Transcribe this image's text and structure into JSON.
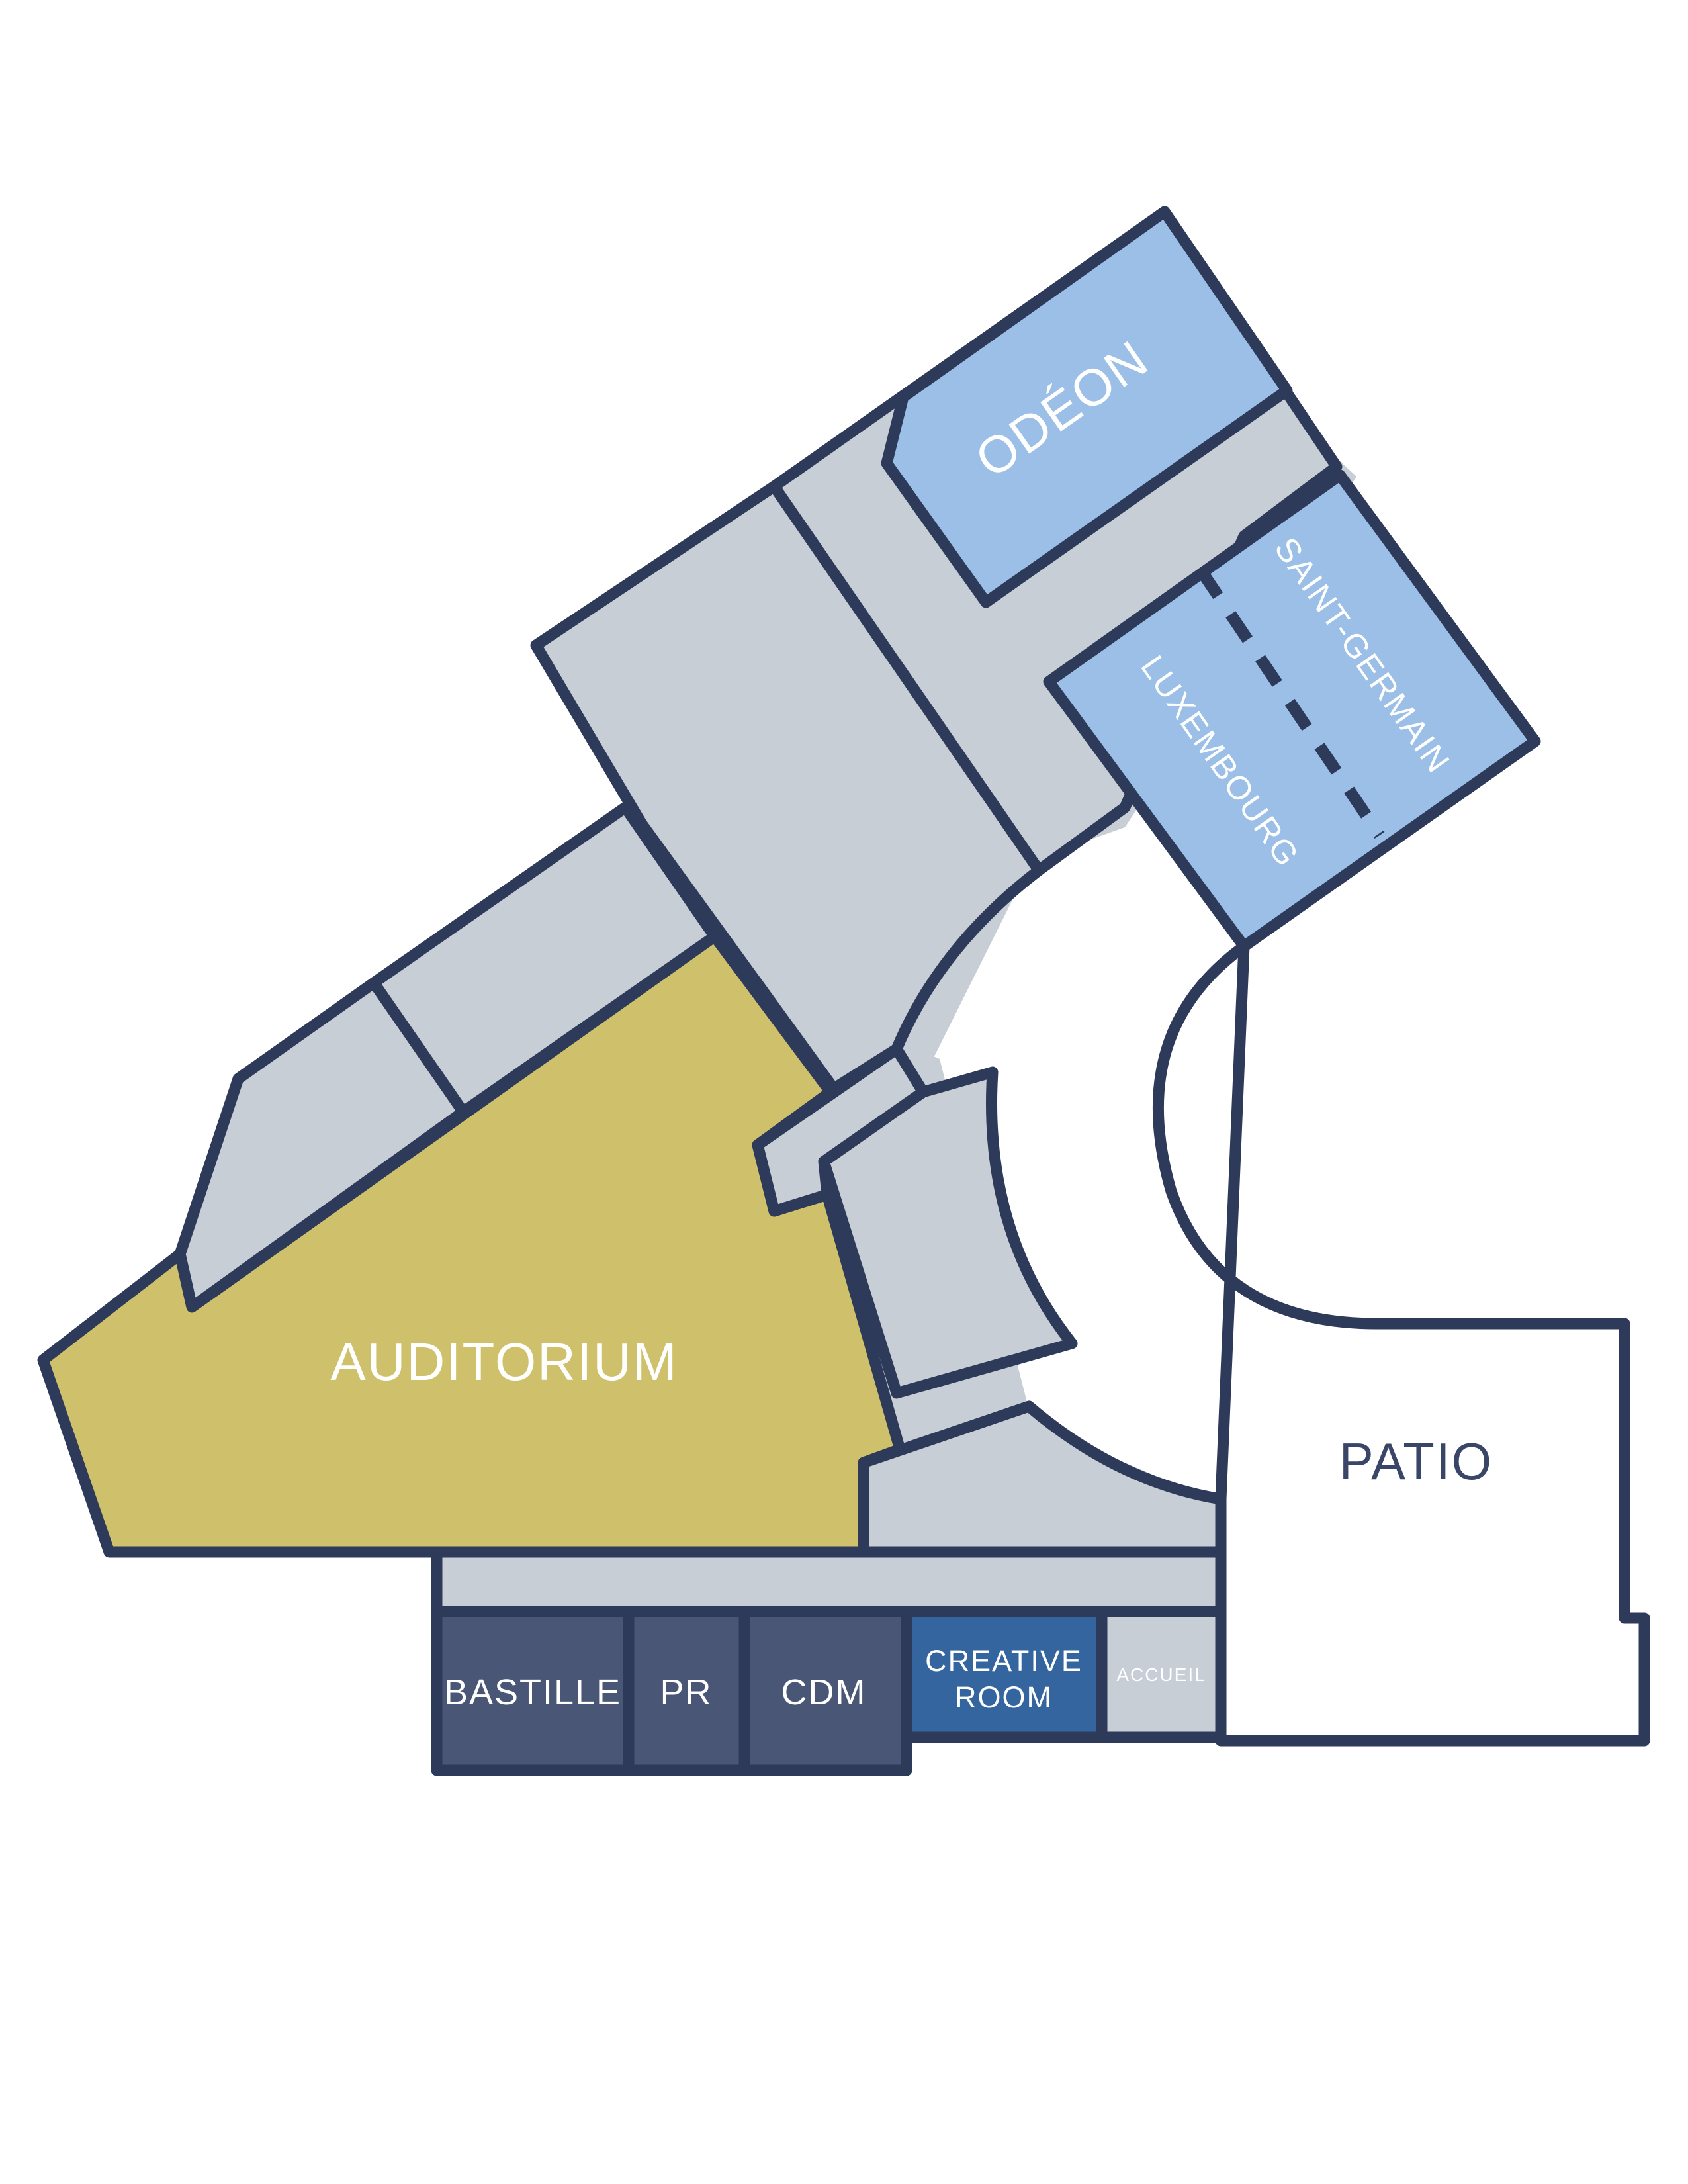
{
  "floor_plan": {
    "rooms": {
      "odeon": {
        "label": "ODÉON"
      },
      "saint_germain": {
        "label": "SAINT-GERMAIN"
      },
      "luxembourg": {
        "label": "LUXEMBOURG"
      },
      "auditorium": {
        "label": "AUDITORIUM"
      },
      "patio": {
        "label": "PATIO"
      },
      "bastille": {
        "label": "BASTILLE"
      },
      "pr": {
        "label": "PR"
      },
      "cdm": {
        "label": "CDM"
      },
      "creative_room": {
        "label_line1": "CREATIVE",
        "label_line2": "ROOM"
      },
      "accueil": {
        "label": "ACCUEIL"
      }
    }
  },
  "colors": {
    "wall": "#2e3a59",
    "corridor": "#c8ced6",
    "meeting_room_light_blue": "#9bbfe6",
    "auditorium": "#cfc16b",
    "office_dark_navy": "#4a5676",
    "creative_room_blue": "#35659f",
    "patio": "#ffffff",
    "label_light": "#ffffff",
    "label_dark": "#3a4668"
  }
}
